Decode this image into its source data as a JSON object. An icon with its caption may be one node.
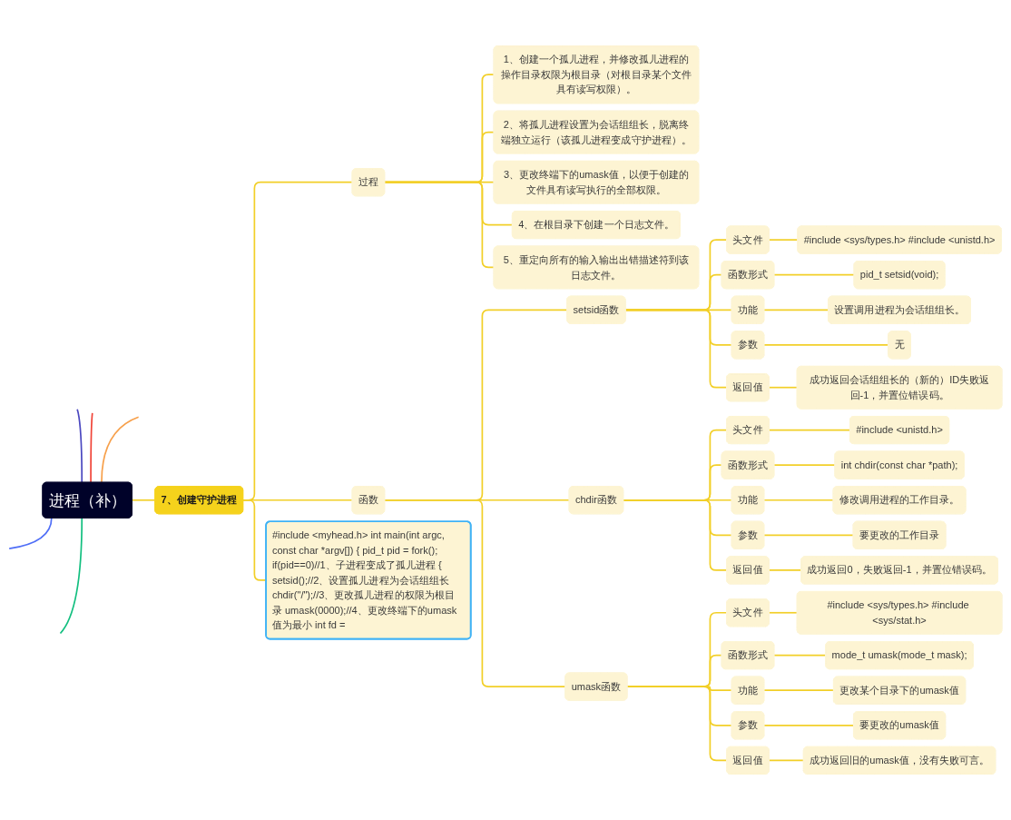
{
  "diagram": {
    "nodes": [
      {
        "text": [
          "进程（补）"
        ]
      },
      {
        "text": [
          "7、创建守护进程"
        ]
      },
      {
        "text": [
          "过程"
        ]
      },
      {
        "text": [
          "1、创建一个孤儿进程，并修改孤儿进程的操作目录权限为根目录（对根目录某个文件具有读写权限）。"
        ]
      },
      {
        "text": [
          "2、将孤儿进程设置为会话组组长，脱离终端独立运行（该孤儿进程变成守护进程）。"
        ]
      },
      {
        "text": [
          "3、更改终端下的umask值，以便于创建的文件具有读写执行的全部权限。"
        ]
      },
      {
        "text": [
          "4、在根目录下创建一个日志文件。"
        ]
      },
      {
        "text": [
          "5、重定向所有的输入输出出错描述符到该日志文件。"
        ]
      },
      {
        "text": [
          "函数"
        ]
      },
      {
        "text": [
          "setsid函数"
        ]
      },
      {
        "text": [
          "头文件"
        ]
      },
      {
        "text": [
          "#include <sys/types.h> #include <unistd.h>"
        ]
      },
      {
        "text": [
          "函数形式"
        ]
      },
      {
        "text": [
          "pid_t setsid(void);"
        ]
      },
      {
        "text": [
          "功能"
        ]
      },
      {
        "text": [
          "设置调用进程为会话组组长。"
        ]
      },
      {
        "text": [
          "参数"
        ]
      },
      {
        "text": [
          "无"
        ]
      },
      {
        "text": [
          "返回值"
        ]
      },
      {
        "text": [
          "成功返回会话组组长的（新的）ID失败返回-1，并置位错误码。"
        ]
      },
      {
        "text": [
          "chdir函数"
        ]
      },
      {
        "text": [
          "头文件"
        ]
      },
      {
        "text": [
          "#include <unistd.h>"
        ]
      },
      {
        "text": [
          "函数形式"
        ]
      },
      {
        "text": [
          "int chdir(const char *path);"
        ]
      },
      {
        "text": [
          "功能"
        ]
      },
      {
        "text": [
          "修改调用进程的工作目录。"
        ]
      },
      {
        "text": [
          "参数"
        ]
      },
      {
        "text": [
          "要更改的工作目录"
        ]
      },
      {
        "text": [
          "返回值"
        ]
      },
      {
        "text": [
          "成功返回0，失败返回-1，并置位错误码。"
        ]
      },
      {
        "text": [
          "umask函数"
        ]
      },
      {
        "text": [
          "头文件"
        ]
      },
      {
        "text": [
          "#include <sys/types.h> #include <sys/stat.h>"
        ]
      },
      {
        "text": [
          "函数形式"
        ]
      },
      {
        "text": [
          "mode_t umask(mode_t mask);"
        ]
      },
      {
        "text": [
          "功能"
        ]
      },
      {
        "text": [
          "更改某个目录下的umask值"
        ]
      },
      {
        "text": [
          "参数"
        ]
      },
      {
        "text": [
          "要更改的umask值"
        ]
      },
      {
        "text": [
          "返回值"
        ]
      },
      {
        "text": [
          "成功返回旧的umask值，没有失败可言。"
        ]
      },
      {
        "text": [
          "#include <myhead.h> int main(int argc, const char *argv[]) { pid_t pid = fork(); if(pid==0)//1、子进程变成了孤儿进程 { setsid();//2、设置孤儿进程为会话组组长 chdir(\"/\");//3、更改孤儿进程的权限为根目录 umask(0000);//4、更改终端下的umask值为最小 int fd ="
        ]
      }
    ],
    "edges": [
      {
        "from": 0,
        "to": null,
        "arrow": "none",
        "color": "#4b48c0"
      },
      {
        "from": 0,
        "to": null,
        "arrow": "none",
        "color": "#f04438"
      },
      {
        "from": 0,
        "to": null,
        "arrow": "none",
        "color": "#f7a04b"
      },
      {
        "from": 0,
        "to": null,
        "arrow": "none",
        "color": "#4f6ef7"
      },
      {
        "from": 0,
        "to": 1,
        "arrow": "none"
      },
      {
        "from": 0,
        "to": null,
        "arrow": "none",
        "color": "#12bf7f"
      },
      {
        "from": 1,
        "to": 2,
        "arrow": "none"
      },
      {
        "from": 2,
        "to": 3,
        "arrow": "none"
      },
      {
        "from": 2,
        "to": 4,
        "arrow": "none"
      },
      {
        "from": 2,
        "to": 5,
        "arrow": "none"
      },
      {
        "from": 2,
        "to": 6,
        "arrow": "none"
      },
      {
        "from": 2,
        "to": 7,
        "arrow": "none"
      },
      {
        "from": 1,
        "to": 8,
        "arrow": "none"
      },
      {
        "from": 8,
        "to": 9,
        "arrow": "none"
      },
      {
        "from": 9,
        "to": 10,
        "arrow": "none"
      },
      {
        "from": 10,
        "to": 11,
        "arrow": "none"
      },
      {
        "from": 9,
        "to": 12,
        "arrow": "none"
      },
      {
        "from": 12,
        "to": 13,
        "arrow": "none"
      },
      {
        "from": 9,
        "to": 14,
        "arrow": "none"
      },
      {
        "from": 14,
        "to": 15,
        "arrow": "none"
      },
      {
        "from": 9,
        "to": 16,
        "arrow": "none"
      },
      {
        "from": 16,
        "to": 17,
        "arrow": "none"
      },
      {
        "from": 9,
        "to": 18,
        "arrow": "none"
      },
      {
        "from": 18,
        "to": 19,
        "arrow": "none"
      },
      {
        "from": 8,
        "to": 20,
        "arrow": "none"
      },
      {
        "from": 20,
        "to": 21,
        "arrow": "none"
      },
      {
        "from": 21,
        "to": 22,
        "arrow": "none"
      },
      {
        "from": 20,
        "to": 23,
        "arrow": "none"
      },
      {
        "from": 23,
        "to": 24,
        "arrow": "none"
      },
      {
        "from": 20,
        "to": 25,
        "arrow": "none"
      },
      {
        "from": 25,
        "to": 26,
        "arrow": "none"
      },
      {
        "from": 20,
        "to": 27,
        "arrow": "none"
      },
      {
        "from": 27,
        "to": 28,
        "arrow": "none"
      },
      {
        "from": 20,
        "to": 29,
        "arrow": "none"
      },
      {
        "from": 29,
        "to": 30,
        "arrow": "none"
      },
      {
        "from": 8,
        "to": 31,
        "arrow": "none"
      },
      {
        "from": 31,
        "to": 32,
        "arrow": "none"
      },
      {
        "from": 32,
        "to": 33,
        "arrow": "none"
      },
      {
        "from": 31,
        "to": 34,
        "arrow": "none"
      },
      {
        "from": 34,
        "to": 35,
        "arrow": "none"
      },
      {
        "from": 31,
        "to": 36,
        "arrow": "none"
      },
      {
        "from": 36,
        "to": 37,
        "arrow": "none"
      },
      {
        "from": 31,
        "to": 38,
        "arrow": "none"
      },
      {
        "from": 38,
        "to": 39,
        "arrow": "none"
      },
      {
        "from": 31,
        "to": 40,
        "arrow": "none"
      },
      {
        "from": 40,
        "to": 41,
        "arrow": "none"
      },
      {
        "from": 1,
        "to": 42,
        "arrow": "none"
      }
    ]
  }
}
